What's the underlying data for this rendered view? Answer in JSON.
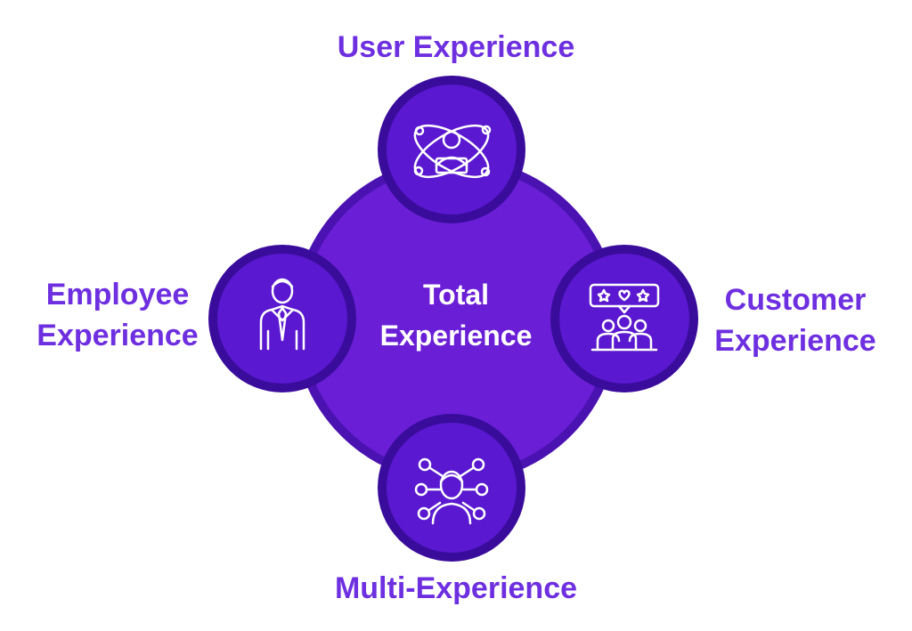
{
  "center": {
    "line1": "Total",
    "line2": "Experience"
  },
  "nodes": {
    "user": {
      "label": "User Experience",
      "icon": "atom-user-icon"
    },
    "employee": {
      "line1": "Employee",
      "line2": "Experience",
      "icon": "employee-tie-icon"
    },
    "customer": {
      "line1": "Customer",
      "line2": "Experience",
      "icon": "customer-reviews-icon"
    },
    "multi": {
      "label": "Multi-Experience",
      "icon": "network-person-icon"
    }
  },
  "colors": {
    "label": "#6d2fe0",
    "center_fill": "#6a1fd7",
    "center_ring": "#4b12b2",
    "node_fill": "#5a18d0",
    "node_ring": "#3a0c9c",
    "icon_stroke": "#ffffff"
  }
}
